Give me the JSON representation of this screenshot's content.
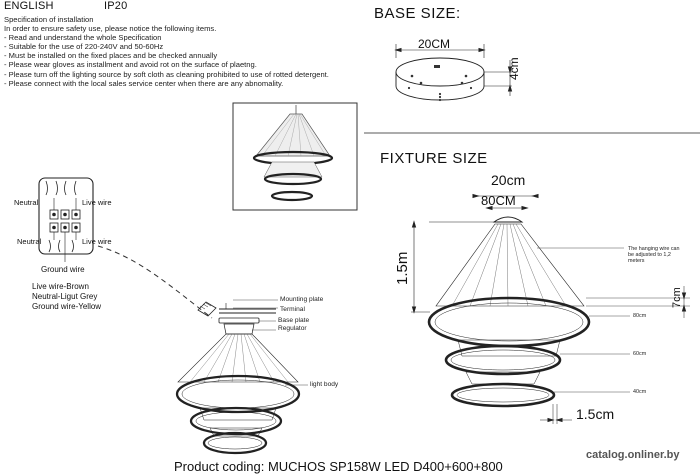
{
  "header": {
    "language": "ENGLISH",
    "ip_rating": "IP20"
  },
  "spec": {
    "title": "Specification of installation",
    "lines": [
      "In order to ensure safety use, please notice the following items.",
      "- Read and understand the whole Specification",
      "- Suitable for the use of 220-240V and 50-60Hz",
      "- Must be installed on the fixed places and be checked annually",
      "- Please wear gloves as installment and avoid rot on the surface of plaetng.",
      "- Please turn off the lighting source by soft cloth as cleaning prohibited to use of rotted detergent.",
      "- Please connect with the local sales service center when there are any abnomality."
    ]
  },
  "base_size": {
    "title": "BASE SIZE:",
    "diameter": "20CM",
    "height": "4cm"
  },
  "fixture_size": {
    "title": "FIXTURE SIZE",
    "top_width": "20cm",
    "ring_width": "80CM",
    "height": "1.5m",
    "hanging_note": [
      "The hanging wire can",
      "be adjusted to 1,2",
      "meters"
    ],
    "ring_gap": "7cm",
    "ring_labels": [
      "80cm",
      "60cm",
      "40cm"
    ],
    "ring_thickness": "1.5cm"
  },
  "wiring": {
    "neutral_top": "Neutral",
    "live_top": "Live wire",
    "neutral_bottom": "Neutral",
    "live_bottom": "Live wire",
    "ground": "Ground wire",
    "legend": [
      "Live wire-Brown",
      "Neutral-Ligut Grey",
      "Ground wire-Yellow"
    ]
  },
  "parts": {
    "mounting_plate": "Mounting plate",
    "terminal": "Terminal",
    "base_plate": "Base plate",
    "regulator": "Regulator",
    "light_body": "light body"
  },
  "footer": {
    "product": "Product coding: MUCHOS SP158W LED D400+600+800",
    "watermark": "catalog.onliner.by"
  }
}
